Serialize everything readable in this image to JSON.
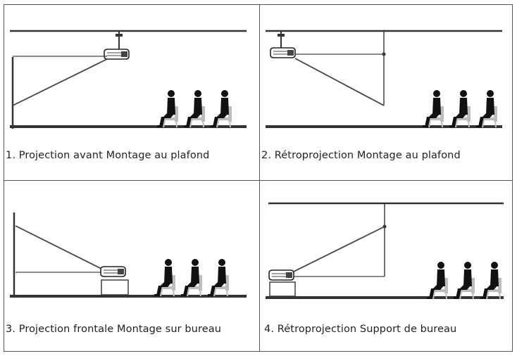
{
  "panels": [
    {
      "caption": "1. Projection avant Montage au plafond"
    },
    {
      "caption": "2. Rétroprojection Montage au plafond"
    },
    {
      "caption": "3. Projection frontale Montage sur bureau"
    },
    {
      "caption": "4. Rétroprojection Support de bureau"
    }
  ],
  "icons": {
    "projector": "projector-icon",
    "person": "seated-person-icon"
  }
}
